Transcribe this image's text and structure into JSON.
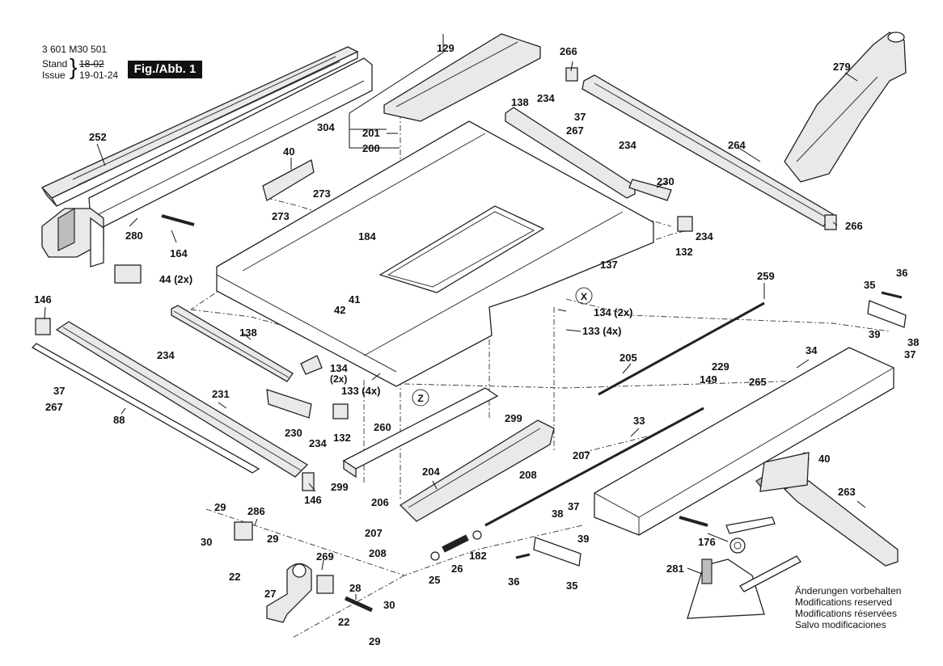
{
  "header": {
    "doc_number": "3 601 M30 501",
    "stand_label": "Stand",
    "issue_label": "Issue",
    "stand_old": "18-02",
    "issue_date": "19-01-24",
    "figure": "Fig./Abb. 1"
  },
  "notes": [
    "Änderungen vorbehalten",
    "Modifications reserved",
    "Modifications réservées",
    "Salvo modificaciones"
  ],
  "callouts": {
    "c129": "129",
    "c304": "304",
    "c201": "201",
    "c200": "200",
    "c252": "252",
    "c40a": "40",
    "c273a": "273",
    "c273b": "273",
    "c280": "280",
    "c164": "164",
    "c44": "44 (2x)",
    "c146a": "146",
    "c146b": "146",
    "c266a": "266",
    "c266b": "266",
    "c279": "279",
    "c264": "264",
    "c138a": "138",
    "c234a": "234",
    "c37a": "37",
    "c267a": "267",
    "c234b": "234",
    "c230a": "230",
    "c234c": "234",
    "c132a": "132",
    "c184": "184",
    "c137": "137",
    "c134a": "134 (2x)",
    "c133a": "133 (4x)",
    "c42": "42",
    "c41": "41",
    "c138b": "138",
    "c234d": "234",
    "c134b": "134",
    "c134b_qty": "(2x)",
    "c133b": "133 (4x)",
    "c230b": "230",
    "c234e": "234",
    "c132b": "132",
    "c231": "231",
    "c37b": "37",
    "c267b": "267",
    "c88": "88",
    "c259": "259",
    "c35a": "35",
    "c36a": "36",
    "c39a": "39",
    "c38a": "38",
    "c37c": "37",
    "c34": "34",
    "c205": "205",
    "c229": "229",
    "c149": "149",
    "c265": "265",
    "c260": "260",
    "c299a": "299",
    "c299b": "299",
    "c33": "33",
    "c204": "204",
    "c206": "206",
    "c207a": "207",
    "c207b": "207",
    "c208a": "208",
    "c208b": "208",
    "c40b": "40",
    "c263": "263",
    "c29a": "29",
    "c30a": "30",
    "c286": "286",
    "c29b": "29",
    "c22a": "22",
    "c27": "27",
    "c269": "269",
    "c22b": "22",
    "c28": "28",
    "c30b": "30",
    "c29c": "29",
    "c25": "25",
    "c26": "26",
    "c182": "182",
    "c38b": "38",
    "c37d": "37",
    "c39b": "39",
    "c36b": "36",
    "c35b": "35",
    "c176": "176",
    "c281": "281"
  },
  "markers": {
    "x": "X",
    "z": "Z"
  },
  "colors": {
    "line": "#222222",
    "fill_light": "#e9e9e9",
    "fill_dark": "#bdbdbd",
    "badge_bg": "#111111"
  }
}
